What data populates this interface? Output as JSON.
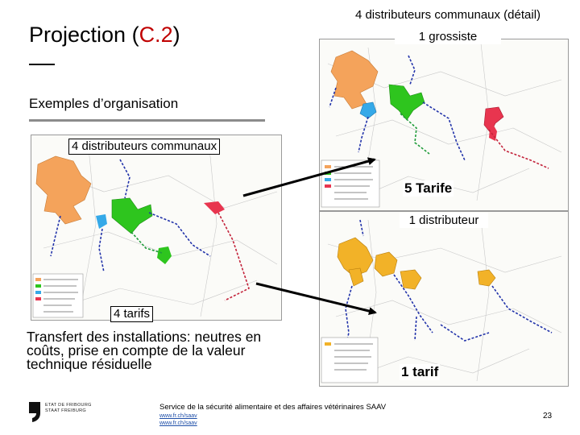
{
  "slide": {
    "title_main": "Projection (",
    "title_red": "C.2",
    "title_end": ")",
    "subtitle": "Exemples d’organisation",
    "caption_top_right_line1": "4 distributeurs communaux (détail)",
    "caption_top_right_line2": "1 grossiste",
    "label_left_map": "4 distributeurs communaux",
    "label_left_bottom": "4 tarifs",
    "label_mid_right": "5 Tarife",
    "label_right_second": "1 distributeur",
    "label_right_bottom": "1 tarif",
    "transfer_text": "Transfert des installations: neutres en coûts, prise en compte de la valeur technique résiduelle",
    "footer_service": "Service de la sécurité alimentaire et des affaires vétérinaires SAAV",
    "footer_link1": "www.fr.ch/saav",
    "footer_link2": "www.fr.ch/saav",
    "logo_line1": "ETAT DE FRIBOURG",
    "logo_line2": "STAAT FREIBURG",
    "page_number": "23"
  },
  "colors": {
    "accent_red": "#c00000",
    "zone_orange": "#f4a35b",
    "zone_green": "#2ec51e",
    "zone_cyan": "#35a9e8",
    "zone_pink": "#e8354f",
    "zone_yellow": "#f2b228",
    "network_blue": "#2233aa",
    "network_green": "#1f9c3a",
    "network_red": "#c3223a"
  },
  "icons": {
    "logo": "fribourg-logo-icon",
    "arrow": "arrow-icon"
  }
}
